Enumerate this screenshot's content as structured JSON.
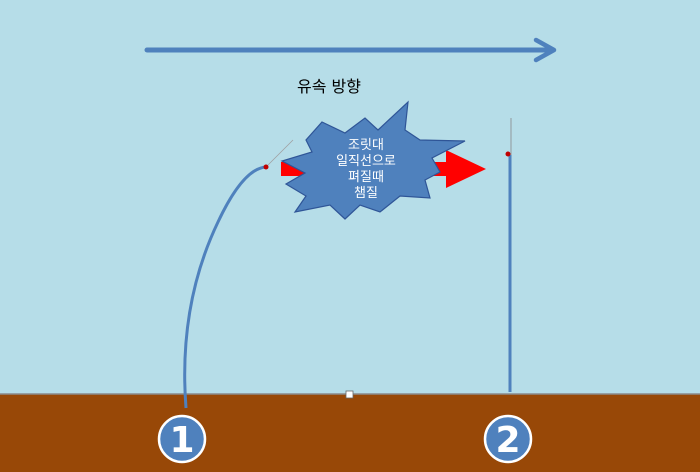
{
  "flow_label": "유속 방향",
  "burst_lines": [
    "조릿대",
    "일직선으로",
    "펴질때",
    "챔질"
  ],
  "markers": [
    {
      "label": "1"
    },
    {
      "label": "2"
    }
  ],
  "colors": {
    "sky": "#b6dde8",
    "ground": "#984807",
    "ground_line": "#8a8a8a",
    "arrow_blue": "#4f81bd",
    "rod_blue": "#4f81bd",
    "burst_fill": "#4f81bd",
    "burst_stroke": "#2f5597",
    "red_arrow": "#ff0000",
    "tip_dot": "#c00000",
    "circle_fill": "#4f81bd",
    "circle_stroke": "#ffffff"
  }
}
